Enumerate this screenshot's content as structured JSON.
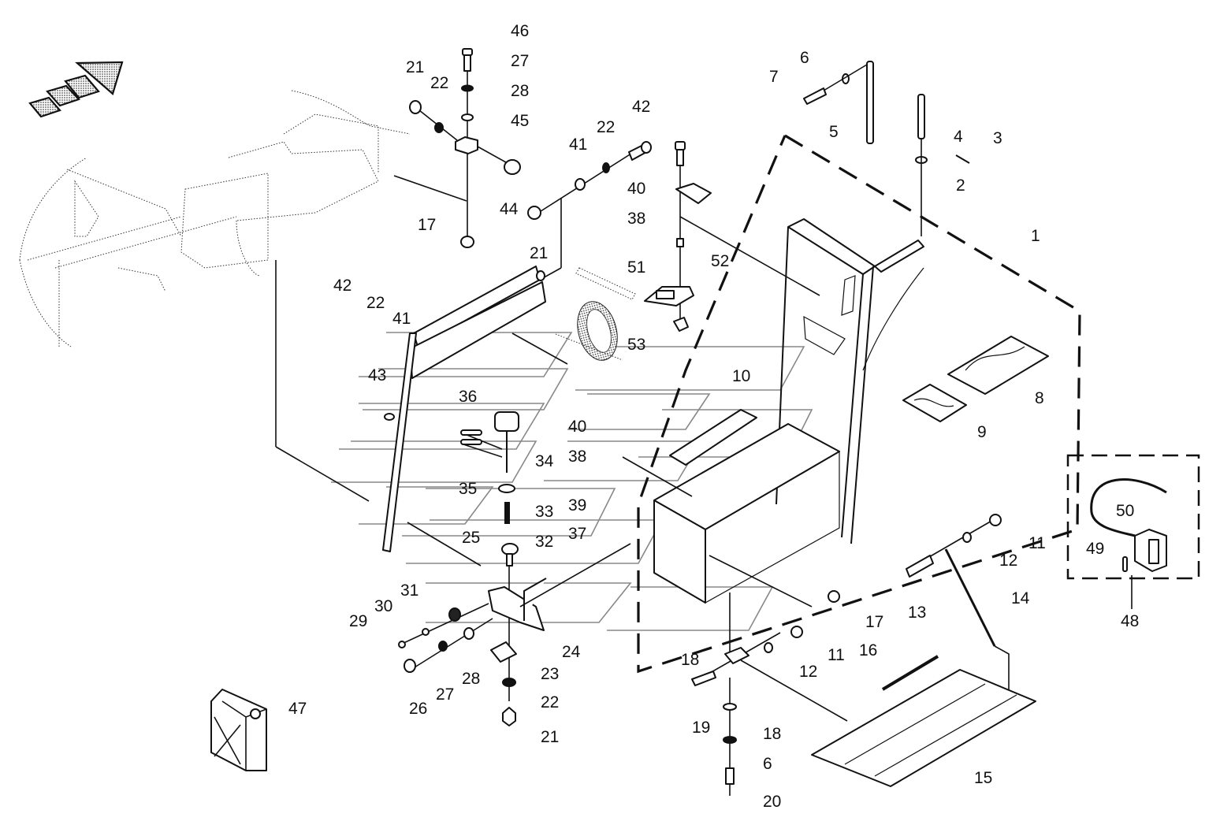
{
  "diagram": {
    "type": "exploded-parts-diagram",
    "accent_color": "#111111",
    "watermark_color": "#888888",
    "callouts": [
      {
        "id": "c1",
        "label": "1"
      },
      {
        "id": "c2",
        "label": "2"
      },
      {
        "id": "c3",
        "label": "3"
      },
      {
        "id": "c4",
        "label": "4"
      },
      {
        "id": "c5",
        "label": "5"
      },
      {
        "id": "c6a",
        "label": "6"
      },
      {
        "id": "c7",
        "label": "7"
      },
      {
        "id": "c8",
        "label": "8"
      },
      {
        "id": "c9",
        "label": "9"
      },
      {
        "id": "c10",
        "label": "10"
      },
      {
        "id": "c11a",
        "label": "11"
      },
      {
        "id": "c12a",
        "label": "12"
      },
      {
        "id": "c13",
        "label": "13"
      },
      {
        "id": "c14",
        "label": "14"
      },
      {
        "id": "c15",
        "label": "15"
      },
      {
        "id": "c16",
        "label": "16"
      },
      {
        "id": "c17a",
        "label": "17"
      },
      {
        "id": "c11b",
        "label": "11"
      },
      {
        "id": "c12b",
        "label": "12"
      },
      {
        "id": "c18a",
        "label": "18"
      },
      {
        "id": "c19",
        "label": "19"
      },
      {
        "id": "c18b",
        "label": "18"
      },
      {
        "id": "c6b",
        "label": "6"
      },
      {
        "id": "c20",
        "label": "20"
      },
      {
        "id": "c21a",
        "label": "21"
      },
      {
        "id": "c22a",
        "label": "22"
      },
      {
        "id": "c46",
        "label": "46"
      },
      {
        "id": "c27a",
        "label": "27"
      },
      {
        "id": "c28a",
        "label": "28"
      },
      {
        "id": "c45",
        "label": "45"
      },
      {
        "id": "c44",
        "label": "44"
      },
      {
        "id": "c17b",
        "label": "17"
      },
      {
        "id": "c41a",
        "label": "41"
      },
      {
        "id": "c22b",
        "label": "22"
      },
      {
        "id": "c42a",
        "label": "42"
      },
      {
        "id": "c21b",
        "label": "21"
      },
      {
        "id": "c40a",
        "label": "40"
      },
      {
        "id": "c38a",
        "label": "38"
      },
      {
        "id": "c51",
        "label": "51"
      },
      {
        "id": "c52",
        "label": "52"
      },
      {
        "id": "c53",
        "label": "53"
      },
      {
        "id": "c42b",
        "label": "42"
      },
      {
        "id": "c22c",
        "label": "22"
      },
      {
        "id": "c41b",
        "label": "41"
      },
      {
        "id": "c43",
        "label": "43"
      },
      {
        "id": "c36",
        "label": "36"
      },
      {
        "id": "c35",
        "label": "35"
      },
      {
        "id": "c34",
        "label": "34"
      },
      {
        "id": "c33",
        "label": "33"
      },
      {
        "id": "c32",
        "label": "32"
      },
      {
        "id": "c25",
        "label": "25"
      },
      {
        "id": "c40b",
        "label": "40"
      },
      {
        "id": "c38b",
        "label": "38"
      },
      {
        "id": "c39",
        "label": "39"
      },
      {
        "id": "c37",
        "label": "37"
      },
      {
        "id": "c31",
        "label": "31"
      },
      {
        "id": "c30",
        "label": "30"
      },
      {
        "id": "c29",
        "label": "29"
      },
      {
        "id": "c26",
        "label": "26"
      },
      {
        "id": "c27b",
        "label": "27"
      },
      {
        "id": "c28b",
        "label": "28"
      },
      {
        "id": "c24",
        "label": "24"
      },
      {
        "id": "c23",
        "label": "23"
      },
      {
        "id": "c22d",
        "label": "22"
      },
      {
        "id": "c21c",
        "label": "21"
      },
      {
        "id": "c47",
        "label": "47"
      },
      {
        "id": "c50",
        "label": "50"
      },
      {
        "id": "c49",
        "label": "49"
      },
      {
        "id": "c48",
        "label": "48"
      }
    ]
  }
}
